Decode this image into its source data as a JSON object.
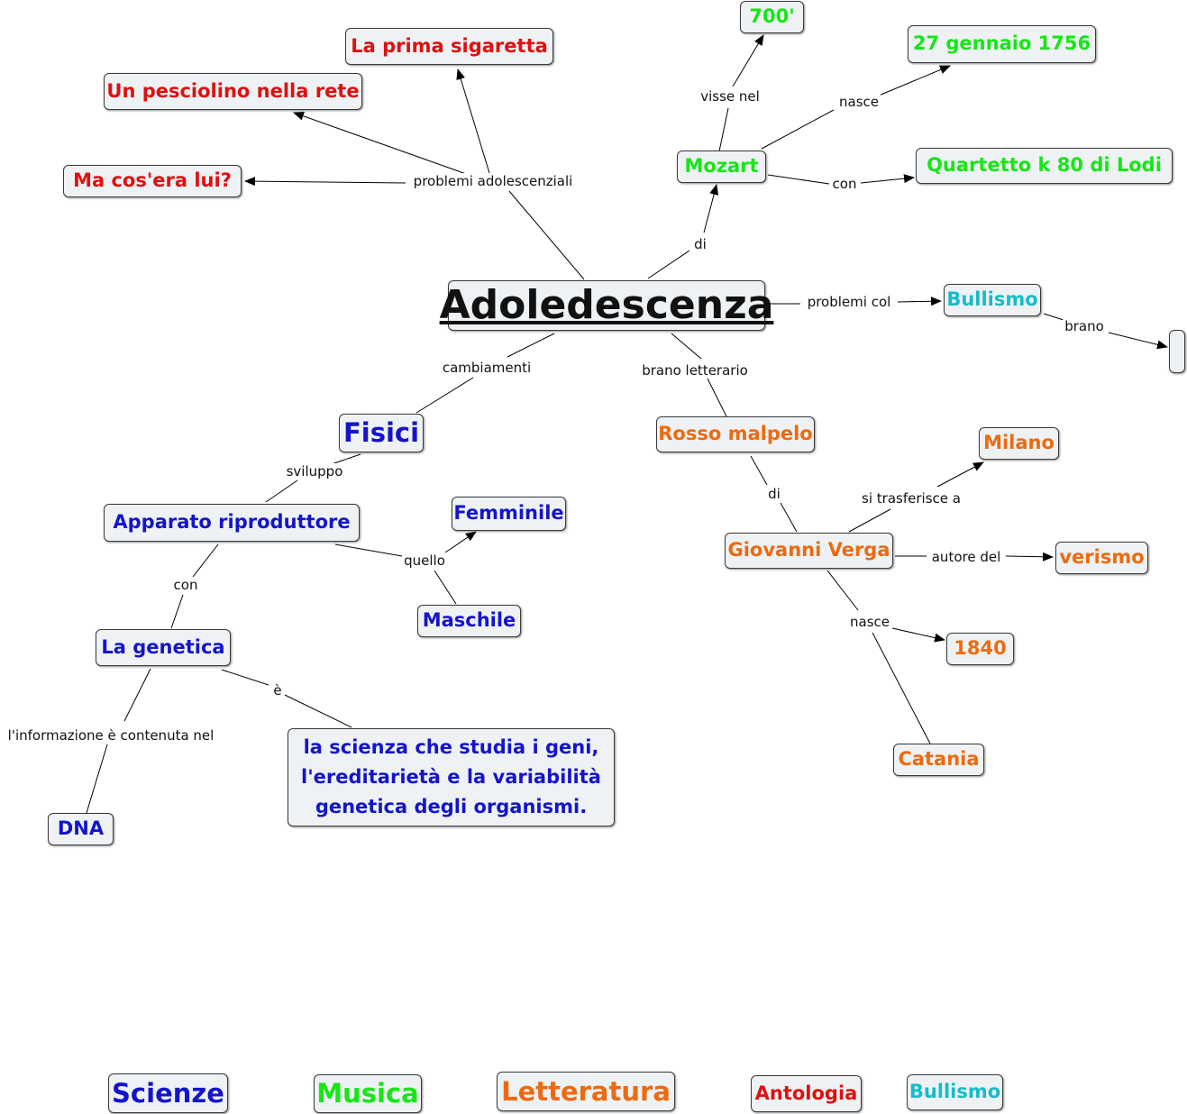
{
  "root": {
    "text": "Adoledescenza",
    "color": "#111111"
  },
  "nodes": {
    "prima_sigaretta": "La prima sigaretta",
    "pesciolino": "Un pesciolino nella rete",
    "cosera": "Ma cos'era lui?",
    "n700": "700'",
    "gennaio": "27 gennaio 1756",
    "mozart": "Mozart",
    "quartetto": "Quartetto k 80 di Lodi",
    "bullismo": "Bullismo",
    "empty": "",
    "fisici": "Fisici",
    "apparato": "Apparato riproduttore",
    "femminile": "Femminile",
    "maschile": "Maschile",
    "genetica": "La genetica",
    "scienza": "la scienza che studia i geni, l'ereditarietà e la variabilità genetica degli organismi.",
    "dna": "DNA",
    "rosso": "Rosso malpelo",
    "verga": "Giovanni Verga",
    "milano": "Milano",
    "verismo": "verismo",
    "n1840": "1840",
    "catania": "Catania"
  },
  "link_labels": {
    "problemi_adolescenziali": "problemi adolescenziali",
    "di_mozart": "di",
    "visse_nel": "visse nel",
    "nasce_mozart": "nasce",
    "con_mozart": "con",
    "problemi_col": "problemi col",
    "brano": "brano",
    "cambiamenti": "cambiamenti",
    "brano_letterario": "brano letterario",
    "sviluppo": "sviluppo",
    "quello": "quello",
    "con_apparato": "con",
    "e_genetica": "è",
    "informazione": "l'informazione è contenuta nel",
    "di_verga": "di",
    "si_trasferisce": "si trasferisce a",
    "autore_del": "autore del",
    "nasce_verga": "nasce"
  },
  "legend": [
    {
      "text": "Scienze",
      "color": "#1414cc"
    },
    {
      "text": "Musica",
      "color": "#16e616"
    },
    {
      "text": "Letteratura",
      "color": "#ee6a10"
    },
    {
      "text": "Antologia",
      "color": "#e10f0f"
    },
    {
      "text": "Bullismo",
      "color": "#16bcc8"
    }
  ],
  "colors": {
    "antologia": "#e10f0f",
    "musica": "#16e616",
    "letteratura": "#ee6a10",
    "scienze": "#1414cc",
    "bullismo": "#16bcc8",
    "node_fill": "#eef2f4",
    "line": "#000000"
  }
}
